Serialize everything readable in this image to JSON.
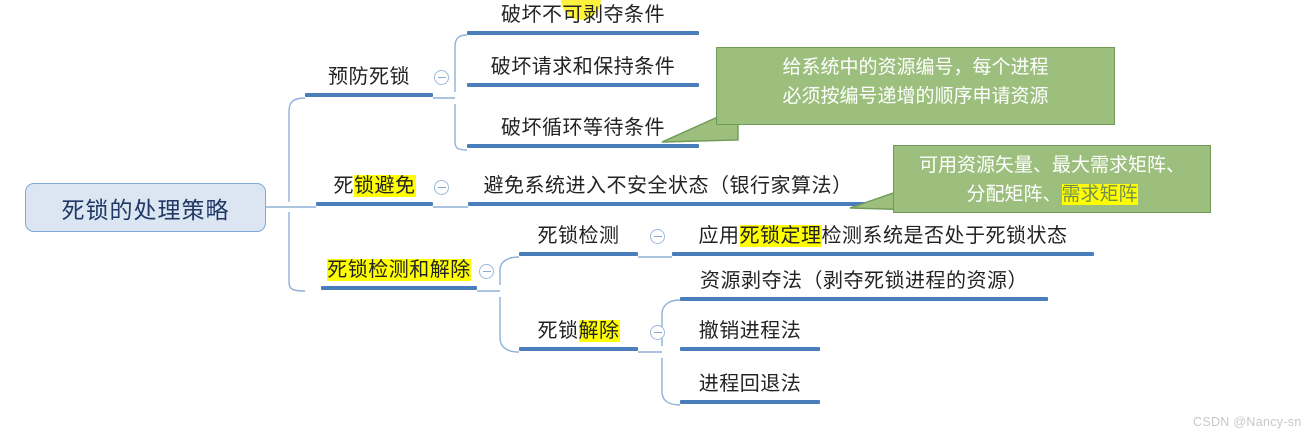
{
  "diagram": {
    "title": "死锁的处理策略",
    "type": "mindmap"
  },
  "root": {
    "label": "死锁的处理策略"
  },
  "branches": [
    {
      "id": "prevent",
      "label": "预防死锁",
      "highlight": "",
      "children": [
        {
          "label": "破坏不可剥夺条件",
          "highlight": ""
        },
        {
          "label": "破坏请求和保持条件",
          "highlight": ""
        },
        {
          "label": "破坏循环等待条件",
          "highlight": ""
        }
      ]
    },
    {
      "id": "avoid",
      "label_pre": "死",
      "label_hl": "锁避免",
      "label_post": "",
      "children": [
        {
          "label": "避免系统进入不安全状态（银行家算法）",
          "highlight": ""
        }
      ]
    },
    {
      "id": "detect-release",
      "label_hl": "死锁检测和解除",
      "children": [
        {
          "label": "死锁检测",
          "highlight": ""
        },
        {
          "label": "死锁解除",
          "highlight": "解除"
        }
      ]
    }
  ],
  "leaves": {
    "prevent_1": "破坏不可剥夺条件",
    "prevent_2": "破坏请求和保持条件",
    "prevent_3": "破坏循环等待条件",
    "avoid_1": "避免系统进入不安全状态（银行家算法）",
    "detect_label": "死锁检测",
    "detect_1_pre": "应用",
    "detect_1_hl": "死锁定理",
    "detect_1_post": "检测系统是否处于死锁状态",
    "release_label_pre": "死锁",
    "release_label_hl": "解除",
    "release_1": "资源剥夺法（剥夺死锁进程的资源）",
    "release_2": "撤销进程法",
    "release_3": "进程回退法"
  },
  "callouts": [
    {
      "id": "callout-ordering",
      "line1": "给系统中的资源编号，每个进程",
      "line2": "必须按编号递增的顺序申请资源"
    },
    {
      "id": "callout-bankers",
      "line1": "可用资源矢量、最大需求矩阵、",
      "line2_pre": "分配矩阵、",
      "line2_hl": "需求矩阵"
    }
  ],
  "watermark": {
    "text": "CSDN @Nancy-sn"
  },
  "colors": {
    "bar_blue": "#4a7ebb",
    "wire_blue": "#7fa6d4",
    "root_fill": "#dce6f2",
    "root_border": "#7fa8d8",
    "callout_fill": "#9dbf7e",
    "callout_border": "#6f9a57",
    "highlight_yellow": "#ffff00",
    "dot_yellow": "#fff23f",
    "watermark_gray": "#c8c8c8"
  }
}
